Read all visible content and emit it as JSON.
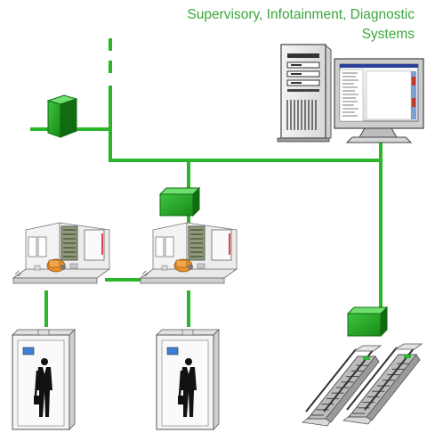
{
  "header": {
    "title_line1": "Supervisory, Infotainment, Diagnostic",
    "title_line2": "Systems"
  },
  "colors": {
    "network_green": "#2bb52b",
    "title_green": "#3aa83a",
    "box_green": "#1f9a1f",
    "box_dark": "#0f6a0f",
    "machine_orange": "#e8902b",
    "panel_blue": "#3b7fd6"
  },
  "nodes": [
    {
      "id": "supervisory-server",
      "icon": "server-tower-icon"
    },
    {
      "id": "supervisory-monitor",
      "icon": "monitor-icon"
    },
    {
      "id": "left-network-box",
      "icon": "network-node-box-icon"
    },
    {
      "id": "machine-room-controller",
      "icon": "network-node-box-icon"
    },
    {
      "id": "escalator-controller",
      "icon": "network-node-box-icon"
    },
    {
      "id": "machine-room-1",
      "icon": "elevator-machine-room-icon"
    },
    {
      "id": "machine-room-2",
      "icon": "elevator-machine-room-icon"
    },
    {
      "id": "elevator-car-1",
      "icon": "elevator-car-icon"
    },
    {
      "id": "elevator-car-2",
      "icon": "elevator-car-icon"
    },
    {
      "id": "escalators",
      "icon": "escalator-icon"
    }
  ]
}
